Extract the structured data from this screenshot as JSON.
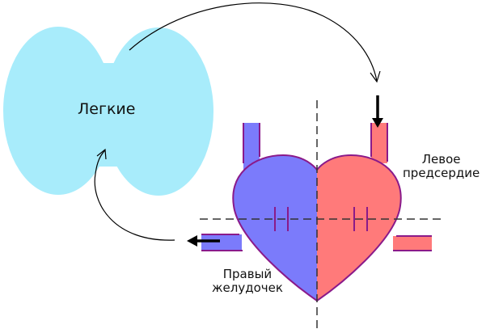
{
  "labels": {
    "lungs": "Легкие",
    "left_atrium": "Левое\nпредсердие",
    "right_ventricle": "Правый\nжелудочек"
  },
  "colors": {
    "lungs": "#a8ecfb",
    "right_side": "#7b7bfb",
    "left_side": "#ff7a7a",
    "outline": "#8a1a8a",
    "arrow": "#000000",
    "dashed_line": "#333333"
  },
  "icons": [
    "arrow-down-icon",
    "arrow-left-icon",
    "curved-arrow-icon"
  ]
}
